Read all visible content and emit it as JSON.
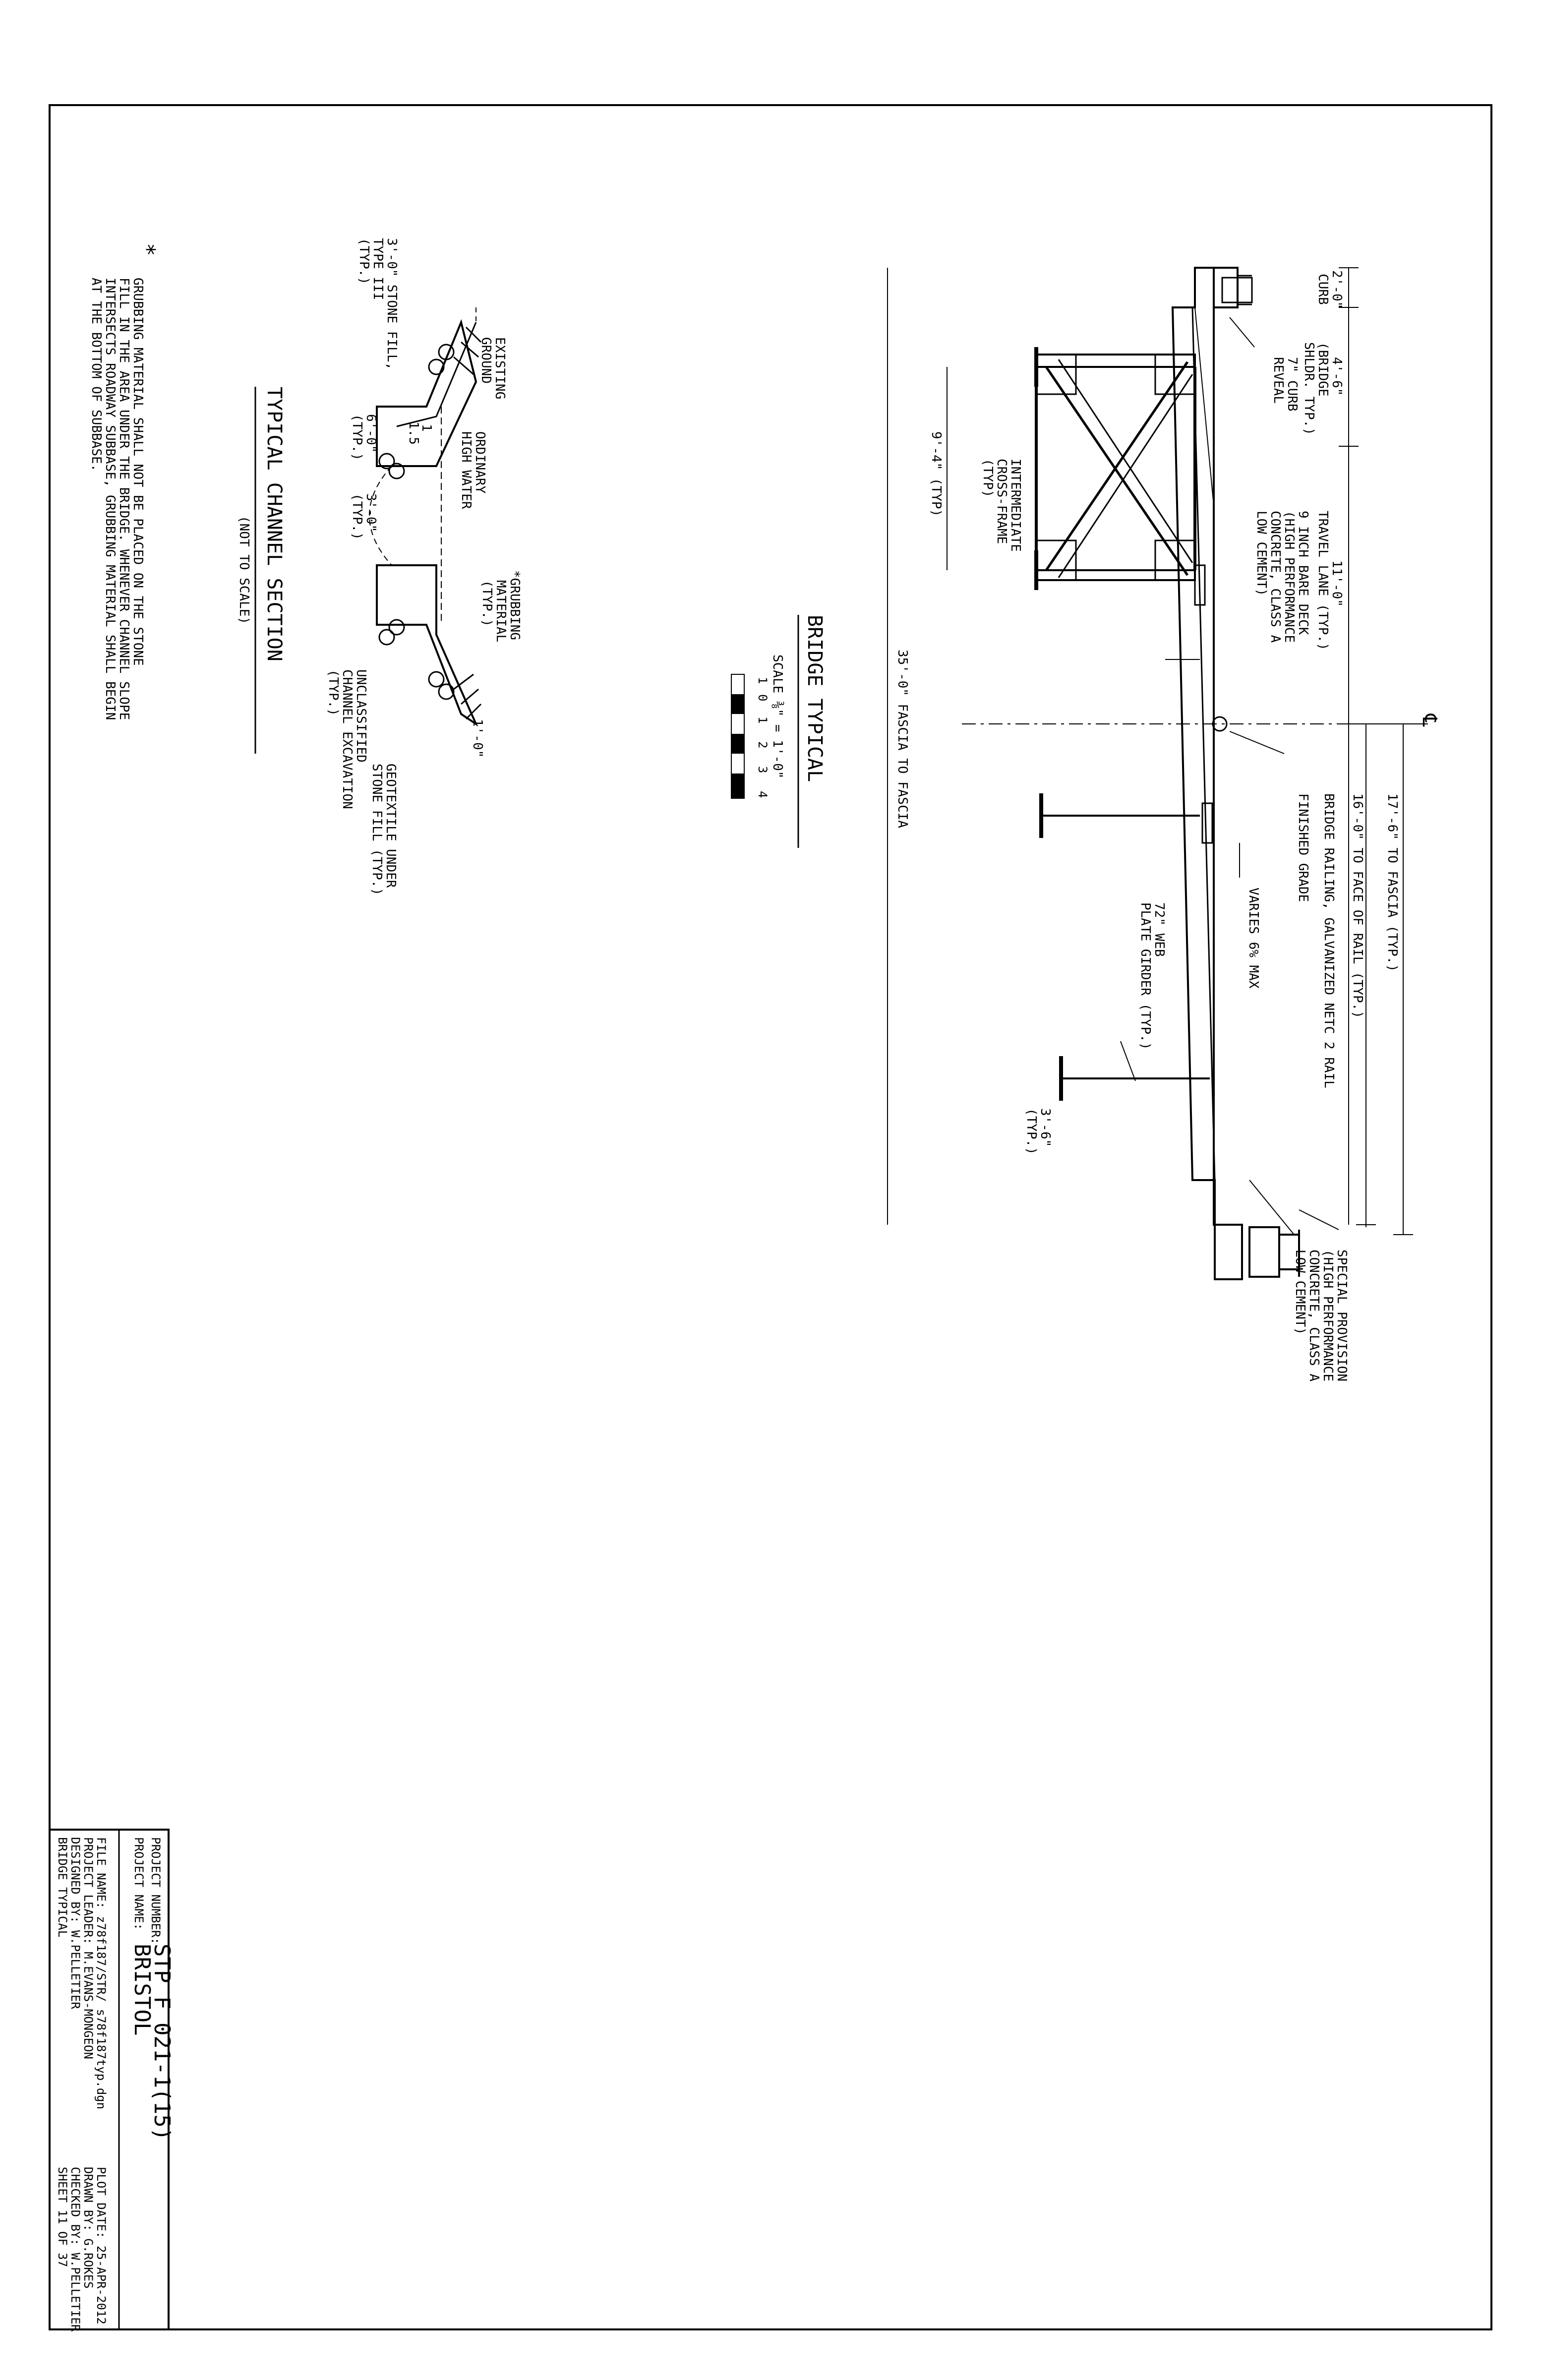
{
  "bridge": {
    "title": "BRIDGE TYPICAL",
    "scale_label": "SCALE ⅜\" = 1'-0\"",
    "scale_ticks": [
      "1",
      "0",
      "1",
      "2",
      "3",
      "4"
    ],
    "dims": {
      "curb_width": "2'-0\"",
      "curb_label": "CURB",
      "shoulder_width": "4'-6\"",
      "shoulder_label": [
        "(BRIDGE",
        "SHLDR. TYP.)"
      ],
      "travel_lane_width": "11'-0\"",
      "travel_lane_label": "TRAVEL LANE (TYP.)",
      "half_to_fascia": "17'-6\" TO FASCIA (TYP.)",
      "half_to_rail": "16'-0\" TO FACE OF RAIL (TYP.)",
      "fascia_to_fascia": "35'-0\" FASCIA TO FASCIA",
      "girder_spacing": "9'-4\" (TYP)",
      "overhang": "3'-6\"",
      "overhang_typ": "(TYP.)"
    },
    "centerline_symbol": "℄",
    "notes": {
      "curb_reveal": [
        "7\" CURB",
        "REVEAL"
      ],
      "deck": [
        "9 INCH BARE DECK",
        "(HIGH PERFORMANCE",
        "CONCRETE, CLASS A",
        "LOW CEMENT)"
      ],
      "rail": "BRIDGE RAILING, GALVANIZED NETC 2 RAIL",
      "finished_grade": "FINISHED GRADE",
      "slope": "VARIES 6% MAX",
      "girder": [
        "72\" WEB",
        "PLATE GIRDER (TYP.)"
      ],
      "cross_frame": [
        "INTERMEDIATE",
        "CROSS-FRAME",
        "(TYP)"
      ],
      "special_provision": [
        "SPECIAL PROVISION",
        "(HIGH PERFORMANCE",
        "CONCRETE, CLASS A",
        "LOW CEMENT)"
      ]
    }
  },
  "channel": {
    "title": "TYPICAL CHANNEL SECTION",
    "subtitle": "(NOT TO SCALE)",
    "labels": {
      "existing_ground": [
        "EXISTING",
        "GROUND"
      ],
      "ordinary_high_water": [
        "ORDINARY",
        "HIGH WATER"
      ],
      "grubbing": [
        "*GRUBBING",
        "MATERIAL",
        "(TYP.)"
      ],
      "one_ft": "1'-0\"",
      "stone_fill": [
        "3'-0\" STONE FILL,",
        "TYPE III",
        "(TYP.)"
      ],
      "slope_1": "1",
      "slope_15": "1.5",
      "six_ft": [
        "6'-0\"",
        "(TYP.)"
      ],
      "three_ft": [
        "3'-0\"",
        "(TYP.)"
      ],
      "geotextile": [
        "GEOTEXTILE UNDER",
        "STONE FILL (TYP.)"
      ],
      "unclassified": [
        "UNCLASSIFIED",
        "CHANNEL EXCAVATION",
        "(TYP.)"
      ]
    },
    "footnote_star": "*",
    "footnote": [
      "GRUBBING MATERIAL SHALL NOT BE PLACED ON THE STONE",
      "FILL IN THE AREA UNDER THE BRIDGE. WHENEVER CHANNEL SLOPE",
      "INTERSECTS ROADWAY SUBBASE, GRUBBING MATERIAL SHALL BEGIN",
      "AT THE BOTTOM OF SUBBASE."
    ]
  },
  "title_block": {
    "project_name_label": "PROJECT NAME:",
    "project_name": "BRISTOL",
    "project_number_label": "PROJECT NUMBER:",
    "project_number": "STP F 021-1(15)",
    "file_name": "FILE NAME: z78f187/STR/ s78f187typ.dgn",
    "project_leader": "PROJECT LEADER: M.EVANS-MONGEON",
    "designed_by": "DESIGNED BY:     W.PELLETIER",
    "sheet_title": "BRIDGE TYPICAL",
    "plot_date": "PLOT DATE:  25-APR-2012",
    "drawn_by": "DRAWN BY:    G.ROKES",
    "checked_by": "CHECKED BY: W.PELLETIER",
    "sheet": "SHEET     11    OF    37"
  }
}
